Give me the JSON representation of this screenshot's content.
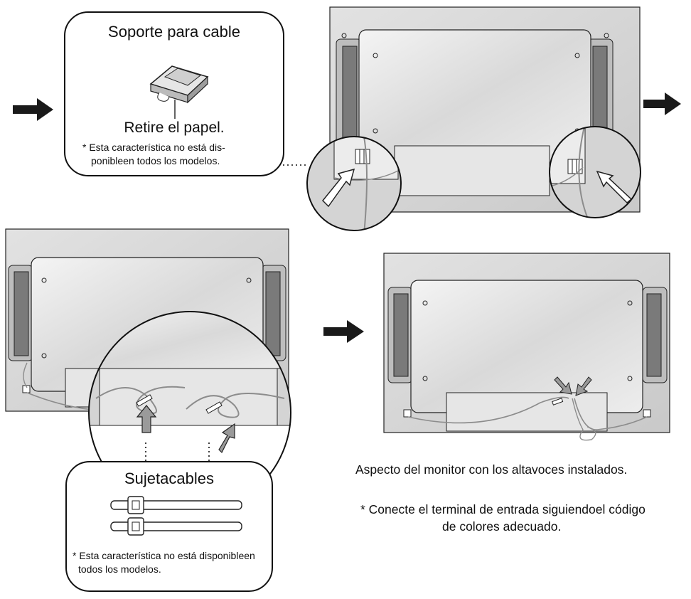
{
  "cable_holder": {
    "title": "Soporte para cable",
    "instruction": "Retire el papel.",
    "note_line1": "* Esta característica no está dis-",
    "note_line2": "ponibleen todos los modelos."
  },
  "cable_ties": {
    "title": "Sujetacables",
    "note_line1": "* Esta característica no está disponibleen",
    "note_line2": "todos los modelos."
  },
  "captions": {
    "installed": "Aspecto del monitor con los altavoces instalados.",
    "color_line1": "* Conecte el terminal de entrada siguiendoel código",
    "color_line2": "de colores adecuado."
  },
  "colors": {
    "line": "#111111",
    "panel_gray": "#d4d4d4",
    "screen_light": "#efefef",
    "speaker_dark": "#7a7a7a",
    "cable_gray": "#8c8c8c",
    "arrow_gray": "#9a9a9a",
    "arrow_black": "#1a1a1a"
  },
  "icons": [
    "arrow-right-icon",
    "cable-holder-icon",
    "cable-tie-icon",
    "pointer-arrow-icon"
  ]
}
